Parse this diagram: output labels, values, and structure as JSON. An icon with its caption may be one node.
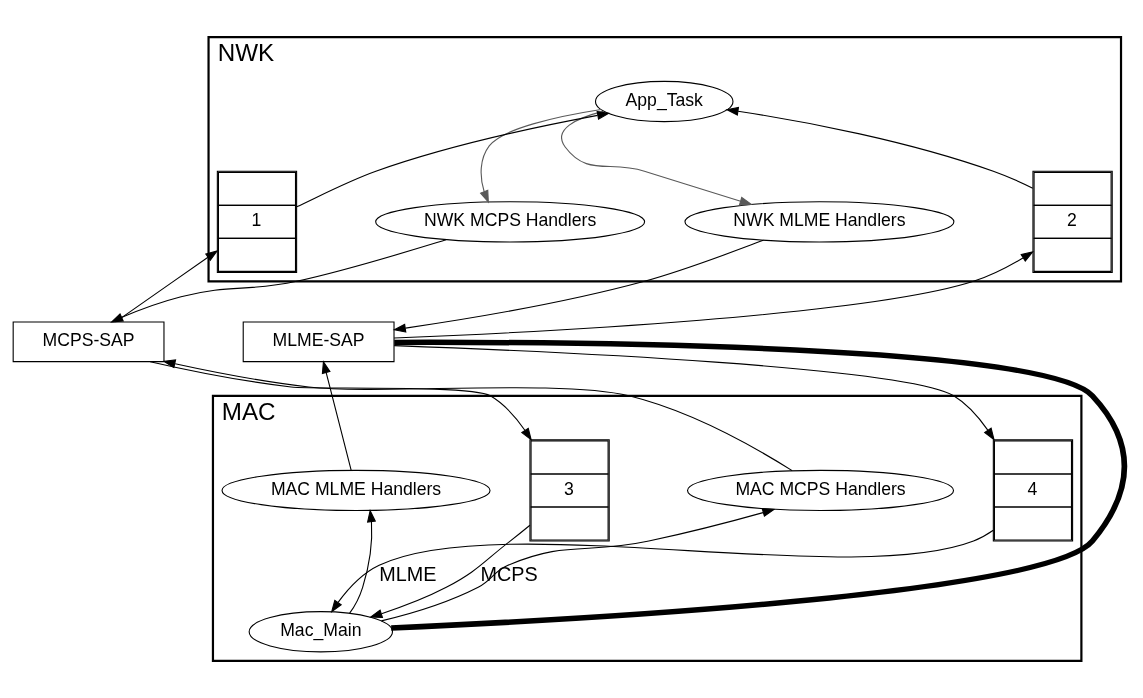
{
  "diagram": {
    "nodes": [
      {
        "text": [
          "NWK"
        ]
      },
      {
        "text": [
          "MAC"
        ]
      },
      {
        "text": [
          "App_Task"
        ],
        "in": 0
      },
      {
        "text": [
          "NWK MCPS Handlers"
        ],
        "in": 0
      },
      {
        "text": [
          "1"
        ],
        "in": 0
      },
      {
        "text": [
          "2"
        ],
        "in": 0
      },
      {
        "text": [
          "NWK MLME Handlers"
        ],
        "in": 0
      },
      {
        "text": [
          "MCPS-SAP"
        ]
      },
      {
        "text": [
          "MLME-SAP"
        ]
      },
      {
        "text": [
          "3"
        ],
        "in": 1
      },
      {
        "text": [
          "MAC MCPS Handlers"
        ],
        "in": 1
      },
      {
        "text": [
          "MAC MLME Handlers"
        ],
        "in": 1
      },
      {
        "text": [
          "4"
        ],
        "in": 1
      },
      {
        "text": [
          "Mac_Main"
        ],
        "in": 1
      }
    ],
    "edges": [
      {
        "from": 2,
        "to": 3,
        "arrow": "to",
        "color": "#595959"
      },
      {
        "from": 2,
        "to": 6,
        "arrow": "to",
        "color": "#595959"
      },
      {
        "from": 4,
        "to": 2,
        "arrow": "to"
      },
      {
        "from": 5,
        "to": 2,
        "arrow": "to"
      },
      {
        "from": 3,
        "to": 7,
        "arrow": "to"
      },
      {
        "from": 7,
        "to": 4,
        "arrow": "to"
      },
      {
        "from": 8,
        "to": 5,
        "arrow": "to"
      },
      {
        "from": 6,
        "to": 8,
        "arrow": "to"
      },
      {
        "from": 7,
        "to": 9,
        "arrow": "to"
      },
      {
        "from": 10,
        "to": 7,
        "arrow": "to"
      },
      {
        "from": 11,
        "to": 8,
        "arrow": "to"
      },
      {
        "from": 8,
        "to": 12,
        "arrow": "to"
      },
      {
        "from": 13,
        "to": 10,
        "arrow": "to"
      },
      {
        "from": 13,
        "to": 11,
        "arrow": "to"
      },
      {
        "from": 9,
        "to": 13,
        "arrow": "to",
        "label": "MCPS"
      },
      {
        "from": 12,
        "to": 13,
        "arrow": "to",
        "label": "MLME"
      },
      {
        "from": 13,
        "to": 8,
        "arrow": "none",
        "style": "thick"
      }
    ]
  }
}
